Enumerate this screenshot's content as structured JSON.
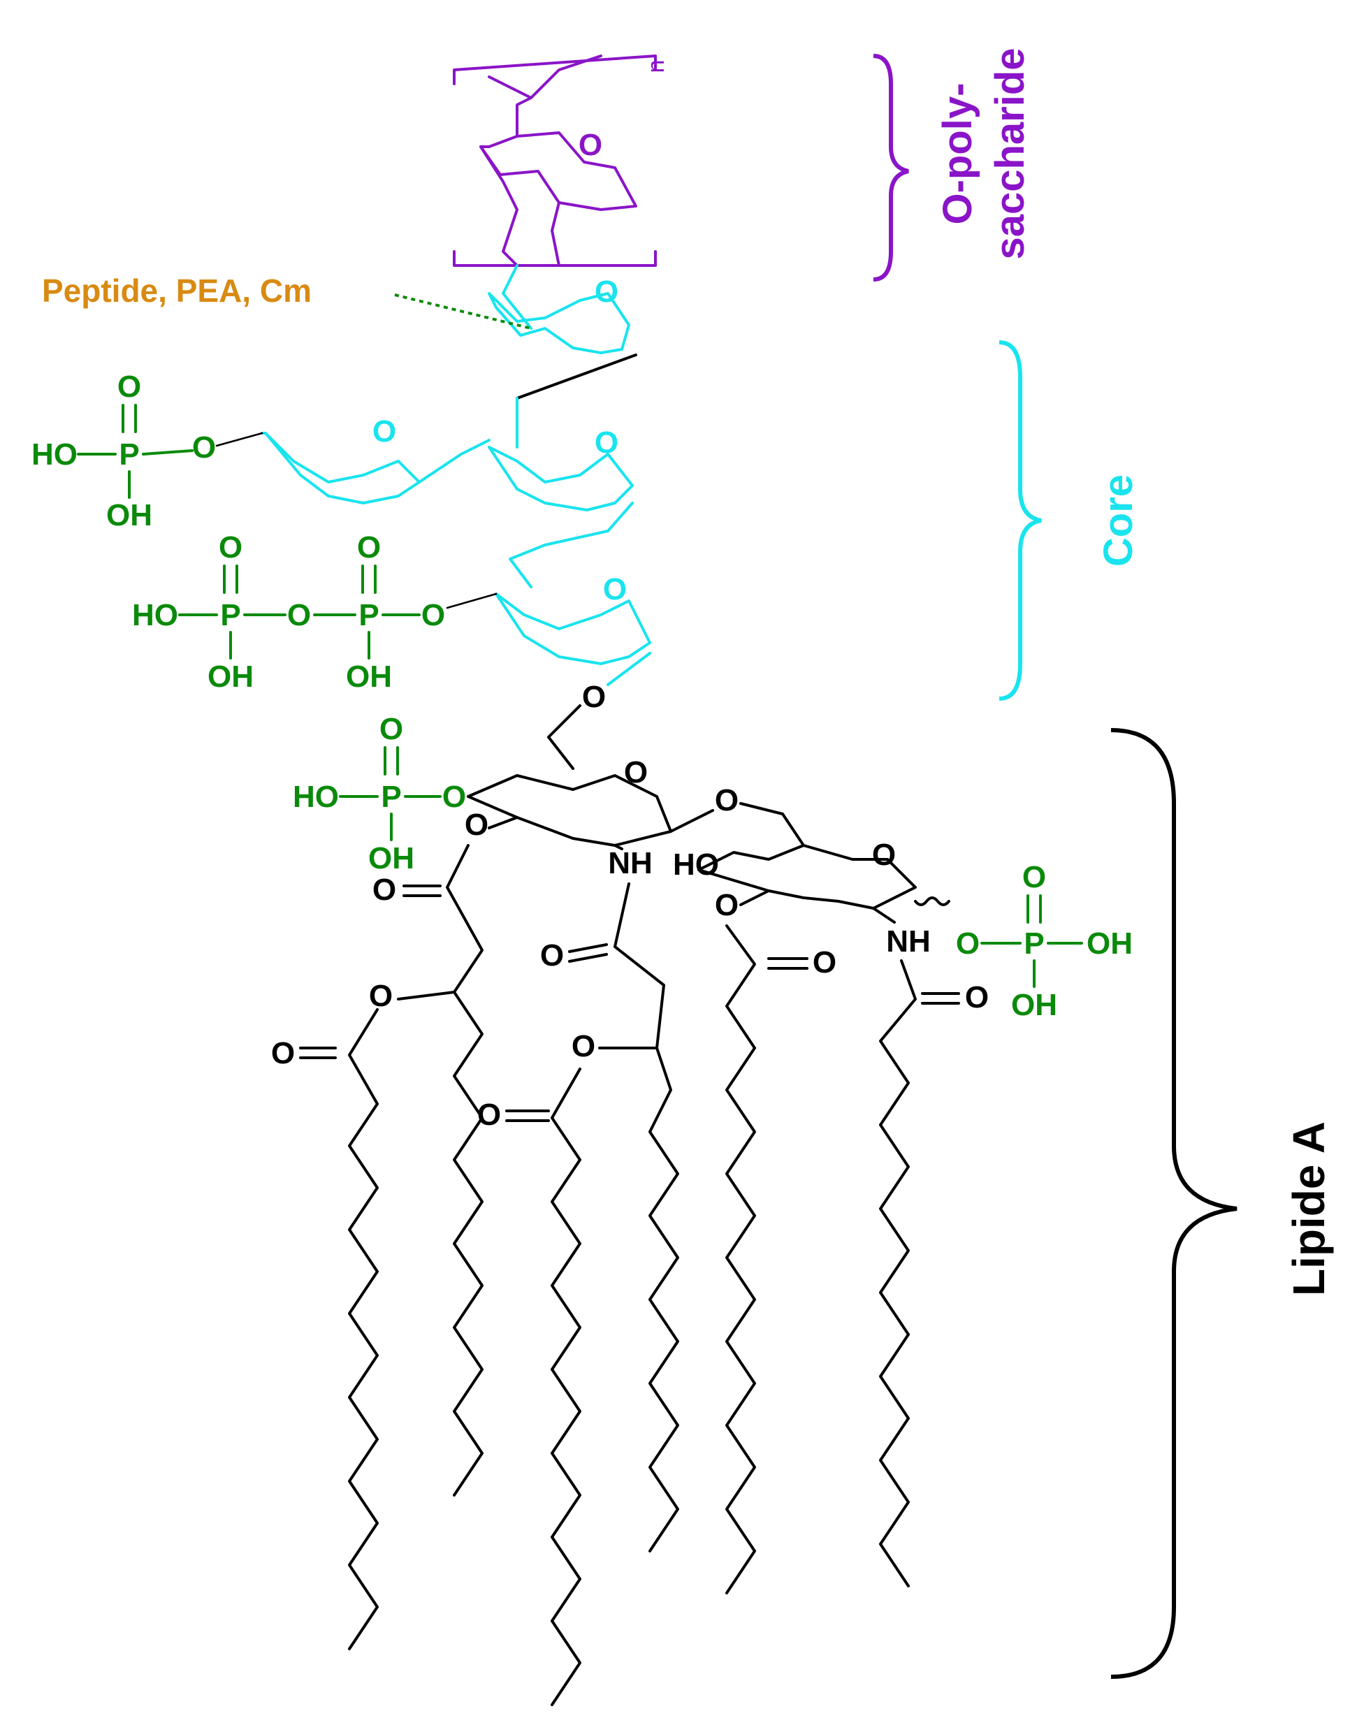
{
  "labels": {
    "o_polysaccharide_line1": "O-poly-",
    "o_polysaccharide_line2": "saccharide",
    "core": "Core",
    "lipid_a": "Lipide A",
    "modifications": "Peptide, PEA, Cm",
    "repeat_n": "n"
  },
  "atoms": {
    "o": "O",
    "p": "P",
    "ho": "HO",
    "oh": "OH",
    "nh": "NH"
  },
  "colors": {
    "o_polysaccharide": "#8a14c8",
    "core": "#19e4ee",
    "lipid_a": "#000000",
    "phosphate": "#0a8a0a",
    "modifications": "#d98a12"
  }
}
